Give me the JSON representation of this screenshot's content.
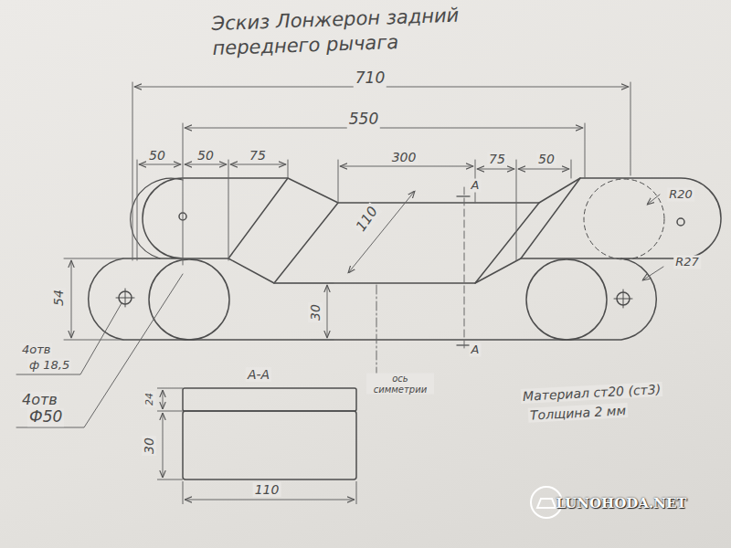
{
  "diagram": {
    "title": "Эскиз Лонжерон задний переднего рычага",
    "labels": [
      "710",
      "550",
      "50",
      "50",
      "75",
      "300",
      "75",
      "50",
      "110",
      "30",
      "54",
      "R20",
      "R27",
      "А",
      "А",
      "4отв",
      "ф 18,5",
      "4отв",
      "Ф50",
      "А-А",
      "24",
      "30",
      "110",
      "ось симметрии",
      "Материал ст20 (ст3)",
      "Толщина 2 мм",
      "LUNOHODA.NET"
    ]
  }
}
